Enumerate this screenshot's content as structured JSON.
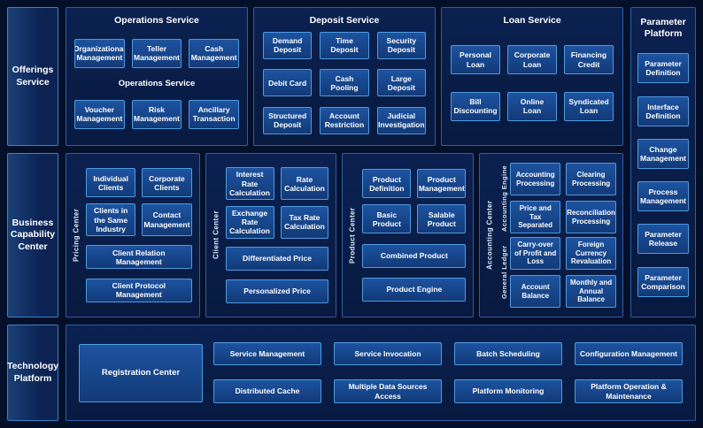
{
  "sidebar": {
    "offerings": "Offerings Service",
    "business": "Business Capability Center",
    "technology": "Technology Platform"
  },
  "offerings": {
    "operations": {
      "title": "Operations Service",
      "mid_label": "Operations Service",
      "row1": [
        "Organizational Management",
        "Teller Management",
        "Cash Management"
      ],
      "row2": [
        "Voucher Management",
        "Risk Management",
        "Ancillary Transaction"
      ]
    },
    "deposit": {
      "title": "Deposit Service",
      "items": [
        "Demand Deposit",
        "Time Deposit",
        "Security Deposit",
        "Debit Card",
        "Cash Pooling",
        "Large Deposit",
        "Structured Deposit",
        "Account Restriction",
        "Judicial Investigation"
      ]
    },
    "loan": {
      "title": "Loan Service",
      "row1": [
        "Personal Loan",
        "Corporate Loan",
        "Financing Credit"
      ],
      "row2": [
        "Bill Discounting",
        "Online Loan",
        "Syndicated Loan"
      ]
    }
  },
  "parameter_platform": {
    "title": "Parameter Platform",
    "items": [
      "Parameter Definition",
      "Interface Definition",
      "Change Management",
      "Process Management",
      "Parameter Release",
      "Parameter Comparison"
    ]
  },
  "business": {
    "pricing_center": {
      "label": "Pricing Center",
      "grid": [
        "Individual Clients",
        "Corporate Clients",
        "Clients in the Same Industry",
        "Contact Management"
      ],
      "wide": [
        "Client Relation Management",
        "Client Protocol Management"
      ]
    },
    "client_center": {
      "label": "Client Center",
      "grid": [
        "Interest Rate Calculation",
        "Rate Calculation",
        "Exchange Rate Calculation",
        "Tax Rate Calculation"
      ],
      "wide": [
        "Differentiated Price",
        "Personalized Price"
      ]
    },
    "product_center": {
      "label": "Product Center",
      "grid": [
        "Product Definition",
        "Product Management",
        "Basic Product",
        "Salable Product"
      ],
      "wide": [
        "Combined Product",
        "Product Engine"
      ]
    },
    "accounting_center": {
      "label": "Accounting Center",
      "engine": {
        "label": "Accounting Engine",
        "items": [
          "Accounting Processing",
          "Clearing Processing",
          "Price and Tax Separated",
          "Reconciliation Processing"
        ]
      },
      "ledger": {
        "label": "General Ledger",
        "items": [
          "Carry-over of Profit and Loss",
          "Foreign Currency Revaluation",
          "Account Balance",
          "Monthly and Annual Balance"
        ]
      }
    }
  },
  "technology": {
    "registration": "Registration Center",
    "row1": [
      "Service Management",
      "Service Invocation",
      "Batch Scheduling",
      "Configuration Management"
    ],
    "row2": [
      "Distributed Cache",
      "Multiple Data Sources Access",
      "Platform Monitoring",
      "Platform Operation & Maintenance"
    ]
  },
  "colors": {
    "page_background": "#04102a",
    "panel_background": "#0b2150",
    "node_background": "#16417f",
    "node_border": "#4f9be0",
    "panel_border": "#2b5fa6",
    "text": "#ffffff"
  }
}
